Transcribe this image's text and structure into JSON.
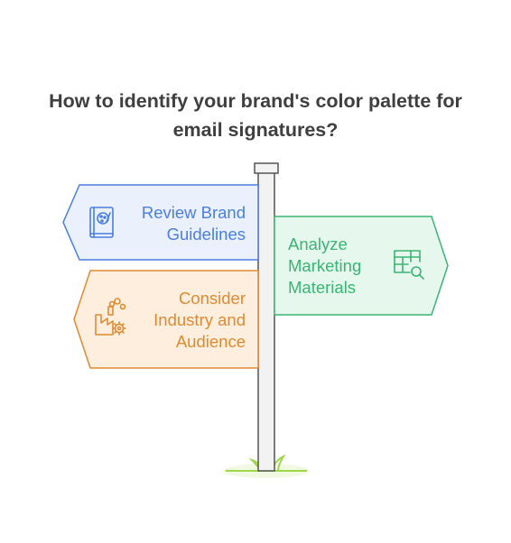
{
  "title": {
    "line1": "How to identify your brand's color palette for",
    "line2": "email signatures?"
  },
  "signs": [
    {
      "id": "review",
      "lines": [
        "Review Brand",
        "Guidelines"
      ],
      "icon": "brand-book-icon",
      "color": "#4a7ee0",
      "fill": "#eaf1fd",
      "direction": "left"
    },
    {
      "id": "analyze",
      "lines": [
        "Analyze",
        "Marketing",
        "Materials"
      ],
      "icon": "table-search-icon",
      "color": "#3ab574",
      "fill": "#e6f7ee",
      "direction": "right"
    },
    {
      "id": "consider",
      "lines": [
        "Consider",
        "Industry and",
        "Audience"
      ],
      "icon": "industry-factory-icon",
      "color": "#e08a30",
      "fill": "#fdeedd",
      "direction": "left"
    }
  ],
  "colors": {
    "post_fill": "#f2f2f2",
    "post_stroke": "#555555",
    "grass": "#9ed84a",
    "title": "#3f3f3f"
  }
}
